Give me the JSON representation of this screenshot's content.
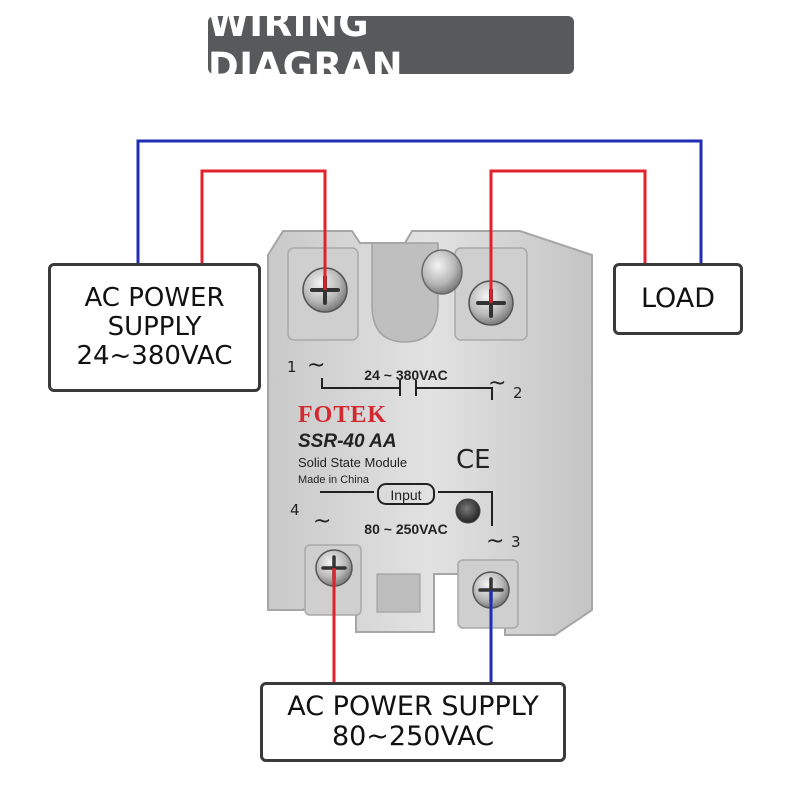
{
  "title": "WIRING DIAGRAN",
  "colors": {
    "banner": "#58595b",
    "wire_red": "#e3212d",
    "wire_blue": "#1f2eb5",
    "housing": "#d6d6d6",
    "brand": "#d3282e"
  },
  "boxes": {
    "ac_supply_left": {
      "line1": "AC POWER",
      "line2": "SUPPLY",
      "line3": "24~380VAC"
    },
    "load": {
      "label": "LOAD"
    },
    "ac_supply_bottom": {
      "line1": "AC POWER SUPPLY",
      "line2": "80~250VAC"
    }
  },
  "relay": {
    "brand": "FOTEK",
    "model": "SSR-40 AA",
    "subtitle": "Solid State Module",
    "origin": "Made in China",
    "ce_mark": "CE",
    "output_range": "24 ~ 380VAC",
    "input_label": "Input",
    "input_range": "80 ~ 250VAC",
    "terminals": {
      "t1": "1",
      "t2": "2",
      "t3": "3",
      "t4": "4",
      "tilde": "~"
    }
  }
}
